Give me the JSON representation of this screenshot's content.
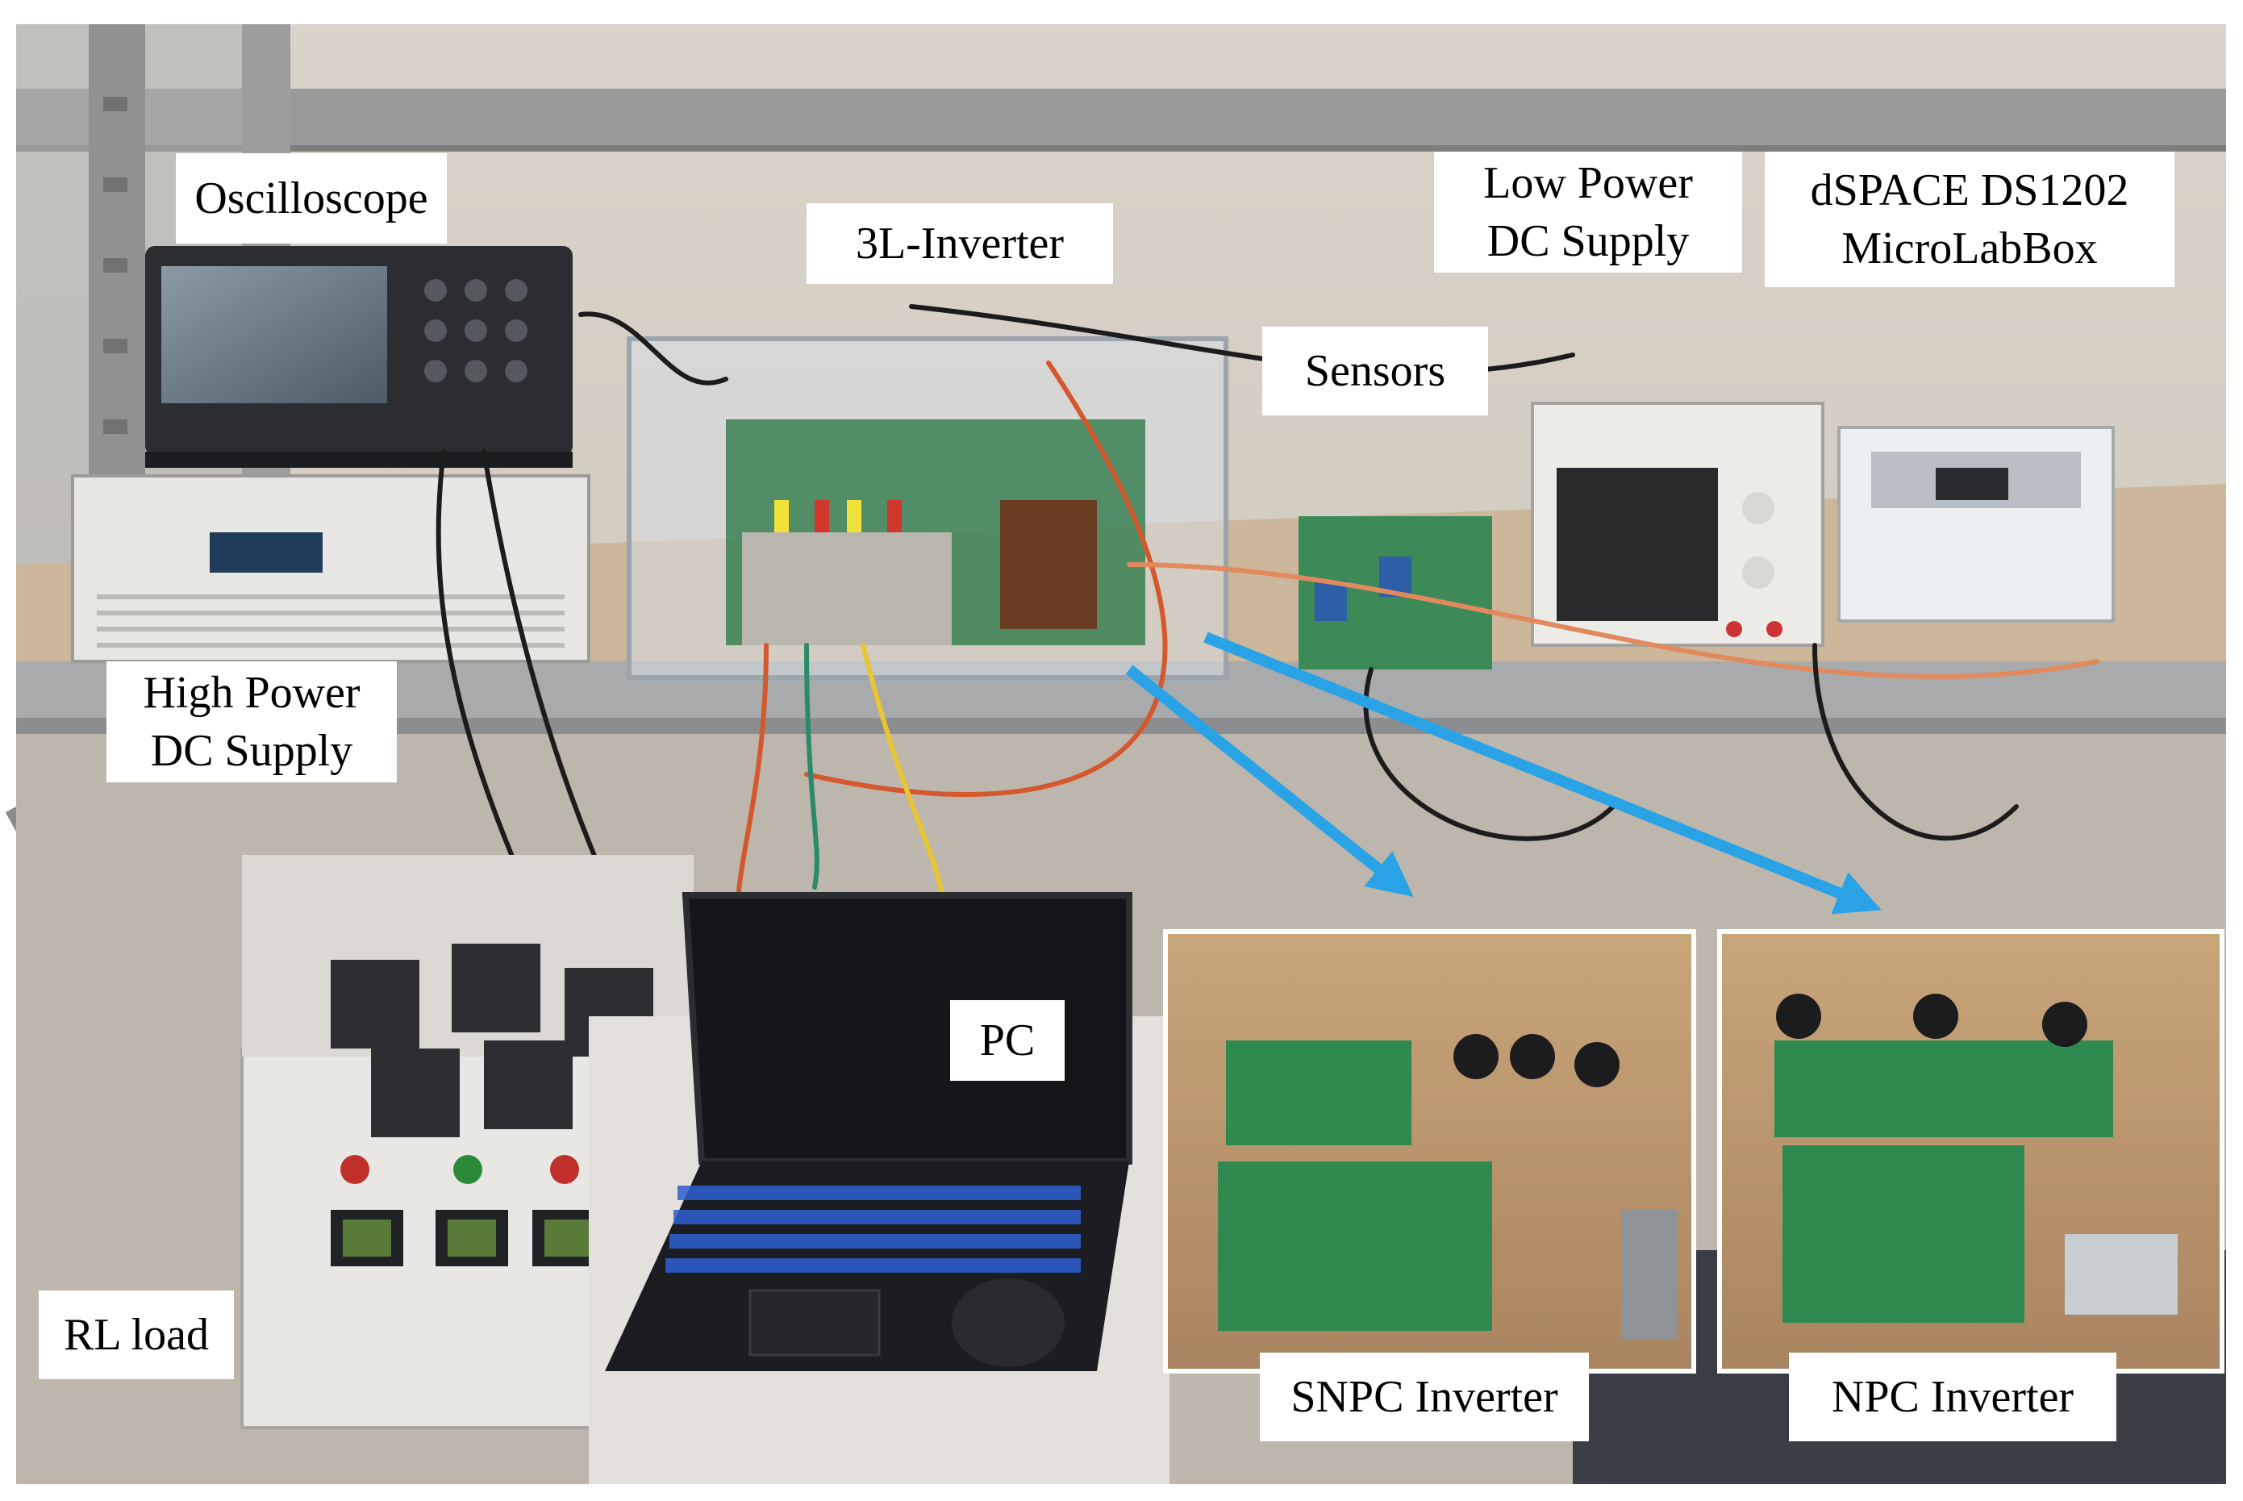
{
  "labels": {
    "oscilloscope": "Oscilloscope",
    "inverter_3l": "3L-Inverter",
    "low_power_dc_supply": "Low Power\nDC Supply",
    "dspace": "dSPACE DS1202\nMicroLabBox",
    "sensors": "Sensors",
    "high_power_dc_supply": "High Power\nDC Supply",
    "pc": "PC",
    "rl_load": "RL load",
    "snpc_inverter": "SNPC Inverter",
    "npc_inverter": "NPC Inverter"
  },
  "colors": {
    "arrow": "#29a3e6",
    "label_background": "#ffffff",
    "label_text": "#000000"
  }
}
